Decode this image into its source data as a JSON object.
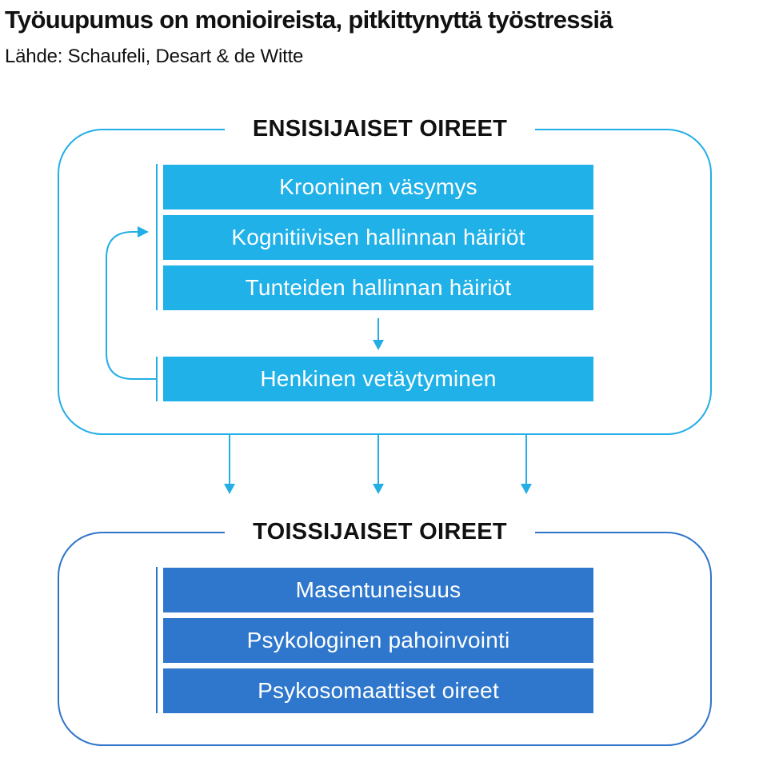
{
  "header": {
    "title": "Työuupumus on monioireista, pitkittynyttä työstressiä",
    "source": "Lähde: Schaufeli, Desart & de Witte"
  },
  "primary": {
    "heading": "ENSISIJAISET OIREET",
    "color": "#1fb1e8",
    "border_color": "#23aee6",
    "items": [
      "Krooninen väsymys",
      "Kognitiivisen hallinnan häiriöt",
      "Tunteiden hallinnan häiriöt",
      "Henkinen vetäytyminen"
    ]
  },
  "secondary": {
    "heading": "TOISSIJAISET OIREET",
    "color": "#2e77cc",
    "border_color": "#2f74c8",
    "items": [
      "Masentuneisuus",
      "Psykologinen pahoinvointi",
      "Psykosomaattiset oireet"
    ]
  }
}
